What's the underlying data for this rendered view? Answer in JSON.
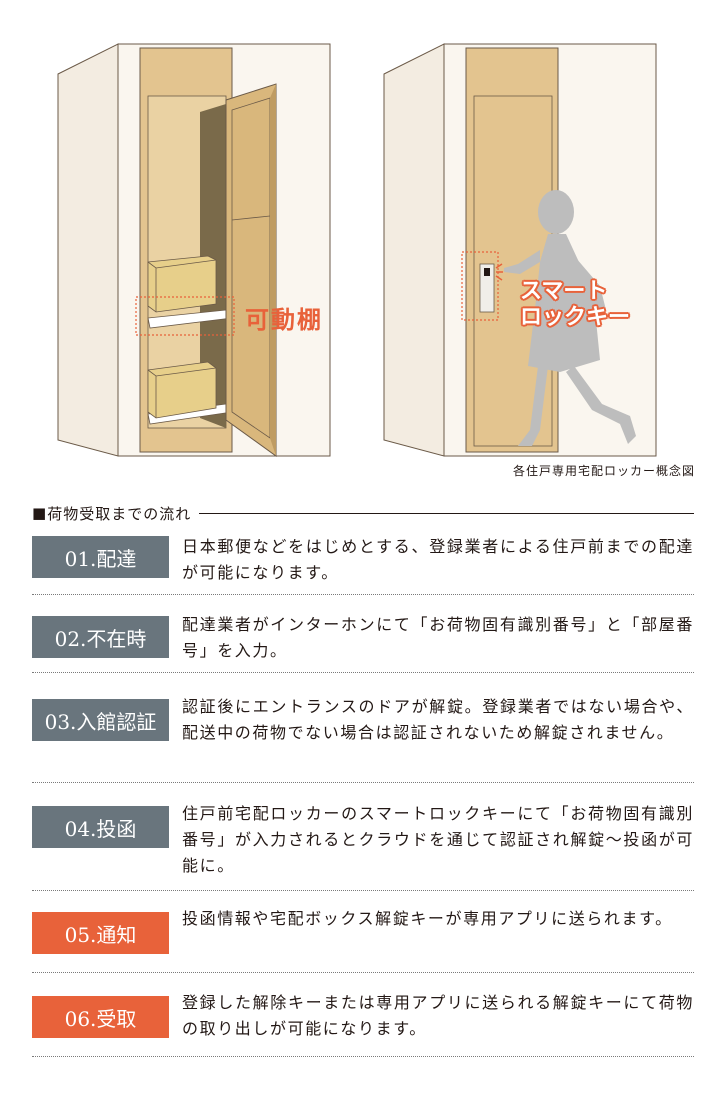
{
  "illustration": {
    "label_shelf": "可動棚",
    "label_lock_line1": "スマート",
    "label_lock_line2": "ロックキー",
    "caption": "各住戸専用宅配ロッカー概念図"
  },
  "section": {
    "square": "■",
    "title": "荷物受取までの流れ"
  },
  "colors": {
    "gray_badge": "#69757d",
    "orange_badge": "#e8623a",
    "wood": "#e3c48f",
    "wall": "#f7f1e7"
  },
  "steps": [
    {
      "label": "01.配達",
      "text": "日本郵便などをはじめとする、登録業者による住戸前までの配達が可能になります。",
      "color": "gray"
    },
    {
      "label": "02.不在時",
      "text": "配達業者がインターホンにて「お荷物固有識別番号」と「部屋番号」を入力。",
      "color": "gray"
    },
    {
      "label": "03.入館認証",
      "text": "認証後にエントランスのドアが解錠。登録業者ではない場合や、配送中の荷物でない場合は認証されないため解錠されません。",
      "color": "gray"
    },
    {
      "label": "04.投函",
      "text": "住戸前宅配ロッカーのスマートロックキーにて「お荷物固有識別番号」が入力されるとクラウドを通じて認証され解錠～投函が可能に。",
      "color": "gray"
    },
    {
      "label": "05.通知",
      "text": "投函情報や宅配ボックス解錠キーが専用アプリに送られます。",
      "color": "orange"
    },
    {
      "label": "06.受取",
      "text": "登録した解除キーまたは専用アプリに送られる解錠キーにて荷物の取り出しが可能になります。",
      "color": "orange"
    }
  ]
}
